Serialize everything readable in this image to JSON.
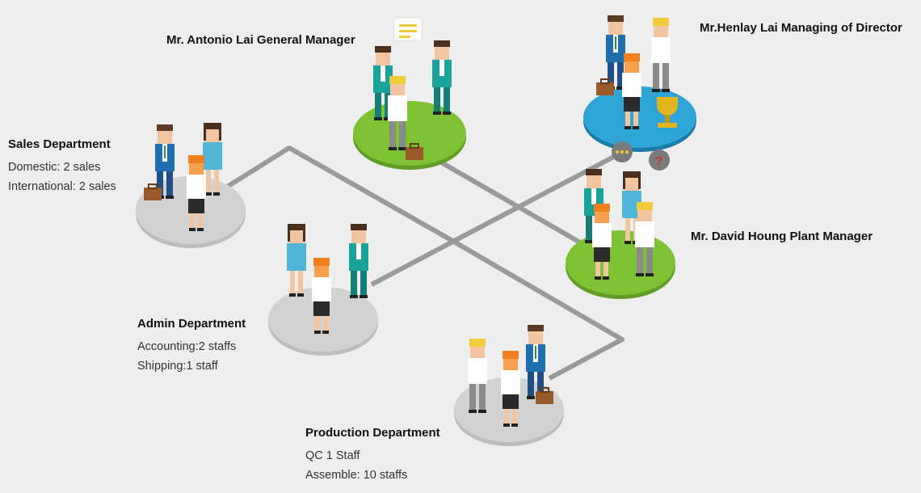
{
  "managers": {
    "general_manager": "Mr. Antonio Lai General Manager",
    "managing_director": "Mr.Henlay Lai Managing of Director",
    "plant_manager": "Mr. David Houng Plant Manager"
  },
  "departments": {
    "sales": {
      "title": "Sales Department",
      "lines": [
        "Domestic: 2 sales",
        "International: 2 sales"
      ]
    },
    "admin": {
      "title": "Admin Department",
      "lines": [
        "Accounting:2 staffs",
        "Shipping:1 staff"
      ]
    },
    "production": {
      "title": "Production Department",
      "lines": [
        "QC 1 Staff",
        "Assemble: 10 staffs"
      ]
    }
  },
  "colors": {
    "background": "#eeeeee",
    "connector": "#9a9a9a",
    "grey_platform": "#d2d2d2",
    "green_platform": "#7cc233",
    "blue_platform": "#2fa4d6"
  },
  "icons": [
    "speech-bubble-icon",
    "question-bubble-icon",
    "trophy-icon",
    "briefcase-icon"
  ]
}
